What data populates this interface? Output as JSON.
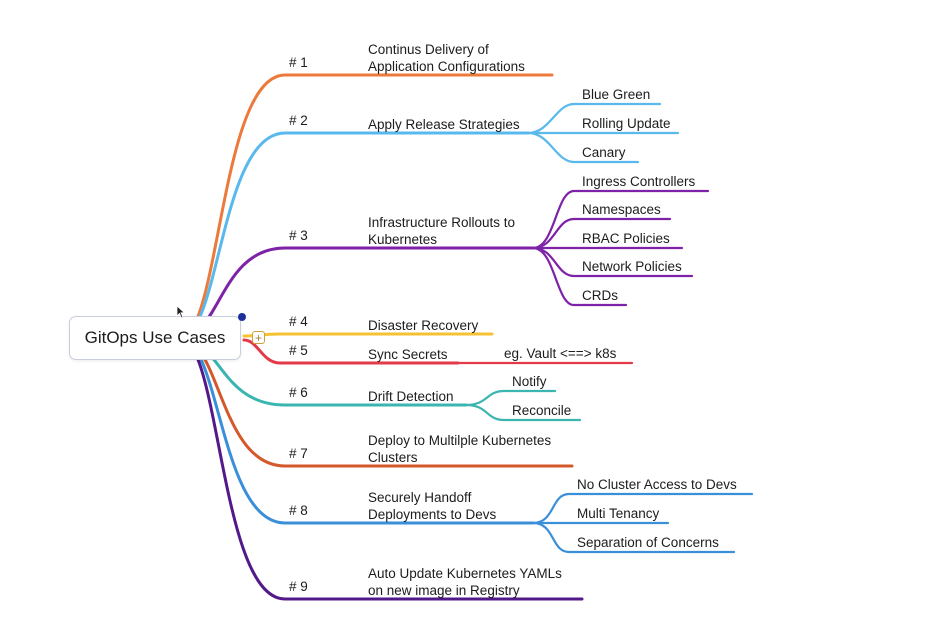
{
  "central": {
    "label": "GitOps Use Cases"
  },
  "expander": {
    "symbol": "+"
  },
  "branches": [
    {
      "num": "# 1",
      "color": "#ec7a3a",
      "lines": [
        "Continus Delivery of",
        "Application Configurations"
      ],
      "children": []
    },
    {
      "num": "# 2",
      "color": "#5ab9ec",
      "lines": [
        "Apply Release Strategies"
      ],
      "children": [
        "Blue Green",
        "Rolling Update",
        "Canary"
      ]
    },
    {
      "num": "# 3",
      "color": "#7e22a8",
      "lines": [
        "Infrastructure Rollouts to",
        "Kubernetes"
      ],
      "children": [
        "Ingress Controllers",
        "Namespaces",
        "RBAC Policies",
        "Network Policies",
        "CRDs"
      ]
    },
    {
      "num": "# 4",
      "color": "#f4c232",
      "lines": [
        "Disaster Recovery"
      ],
      "children": []
    },
    {
      "num": "# 5",
      "color": "#e23a48",
      "lines": [
        "Sync Secrets"
      ],
      "children": [
        "eg. Vault <==> k8s"
      ]
    },
    {
      "num": "# 6",
      "color": "#3ab5b0",
      "lines": [
        "Drift Detection"
      ],
      "children": [
        "Notify",
        "Reconcile"
      ]
    },
    {
      "num": "# 7",
      "color": "#d4582a",
      "lines": [
        "Deploy to Multilple Kubernetes",
        "Clusters"
      ],
      "children": []
    },
    {
      "num": "# 8",
      "color": "#3b8fd8",
      "lines": [
        "Securely Handoff",
        "Deployments to Devs"
      ],
      "children": [
        "No Cluster Access to Devs",
        "Multi Tenancy",
        "Separation of Concerns"
      ]
    },
    {
      "num": "# 9",
      "color": "#53188a",
      "lines": [
        "Auto Update Kubernetes YAMLs",
        "on new image in Registry"
      ],
      "children": []
    }
  ]
}
